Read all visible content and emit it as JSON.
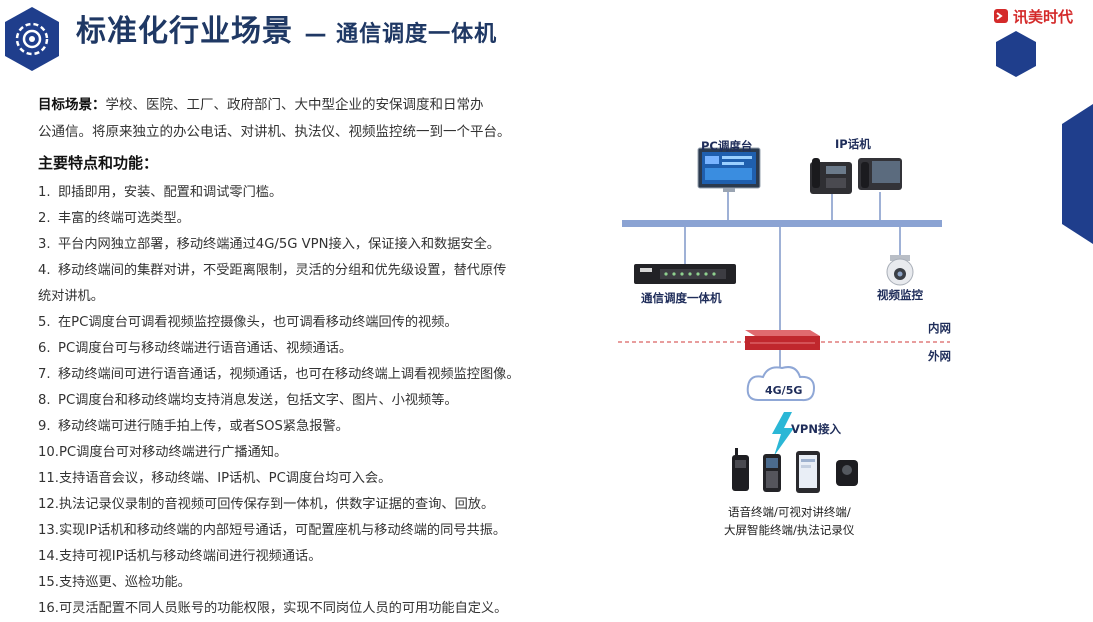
{
  "header": {
    "title": "标准化行业场景",
    "subtitle": "— 通信调度一体机",
    "brand": "讯美时代"
  },
  "colors": {
    "title": "#1f3864",
    "hex": "#1f3e8c",
    "brand": "#d42a2a",
    "bus": "#7f97c9",
    "firewall": "#c0272d"
  },
  "target": {
    "label": "目标场景：",
    "line1": "学校、医院、工厂、政府部门、大中型企业的安保调度和日常办",
    "line2": "公通信。将原来独立的办公电话、对讲机、执法仪、视频监控统一到一个平台。"
  },
  "features": {
    "title": "主要特点和功能：",
    "items": [
      {
        "num": "1.",
        "text": "即插即用，安装、配置和调试零门槛。"
      },
      {
        "num": "2.",
        "text": "丰富的终端可选类型。"
      },
      {
        "num": "3.",
        "text": "平台内网独立部署，移动终端通过4G/5G VPN接入，保证接入和数据安全。"
      },
      {
        "num": "4.",
        "text": "移动终端间的集群对讲，不受距离限制，灵活的分组和优先级设置，替代原传",
        "cont": "统对讲机。"
      },
      {
        "num": "5.",
        "text": "在PC调度台可调看视频监控摄像头，也可调看移动终端回传的视频。"
      },
      {
        "num": "6.",
        "text": "PC调度台可与移动终端进行语音通话、视频通话。"
      },
      {
        "num": "7.",
        "text": "移动终端间可进行语音通话，视频通话，也可在移动终端上调看视频监控图像。"
      },
      {
        "num": "8.",
        "text": "PC调度台和移动终端均支持消息发送，包括文字、图片、小视频等。"
      },
      {
        "num": "9.",
        "text": "移动终端可进行随手拍上传，或者SOS紧急报警。"
      },
      {
        "num": "10.",
        "text": "PC调度台可对移动终端进行广播通知。"
      },
      {
        "num": "11.",
        "text": "支持语音会议，移动终端、IP话机、PC调度台均可入会。"
      },
      {
        "num": "12.",
        "text": "执法记录仪录制的音视频可回传保存到一体机，供数字证据的查询、回放。"
      },
      {
        "num": "13.",
        "text": "实现IP话机和移动终端的内部短号通话，可配置座机与移动终端的同号共振。"
      },
      {
        "num": "14.",
        "text": "支持可视IP话机与移动终端间进行视频通话。"
      },
      {
        "num": "15.",
        "text": "支持巡更、巡检功能。"
      },
      {
        "num": "16.",
        "text": "可灵活配置不同人员账号的功能权限，实现不同岗位人员的可用功能自定义。"
      }
    ]
  },
  "diagram": {
    "pc_label": "PC调度台",
    "ip_phone_label": "IP话机",
    "server_label": "通信调度一体机",
    "camera_label": "视频监控",
    "intranet_label": "内网",
    "extranet_label": "外网",
    "cloud_label": "4G/5G",
    "vpn_label": "VPN接入",
    "terminals_line1": "语音终端/可视对讲终端/",
    "terminals_line2": "大屏智能终端/执法记录仪"
  }
}
